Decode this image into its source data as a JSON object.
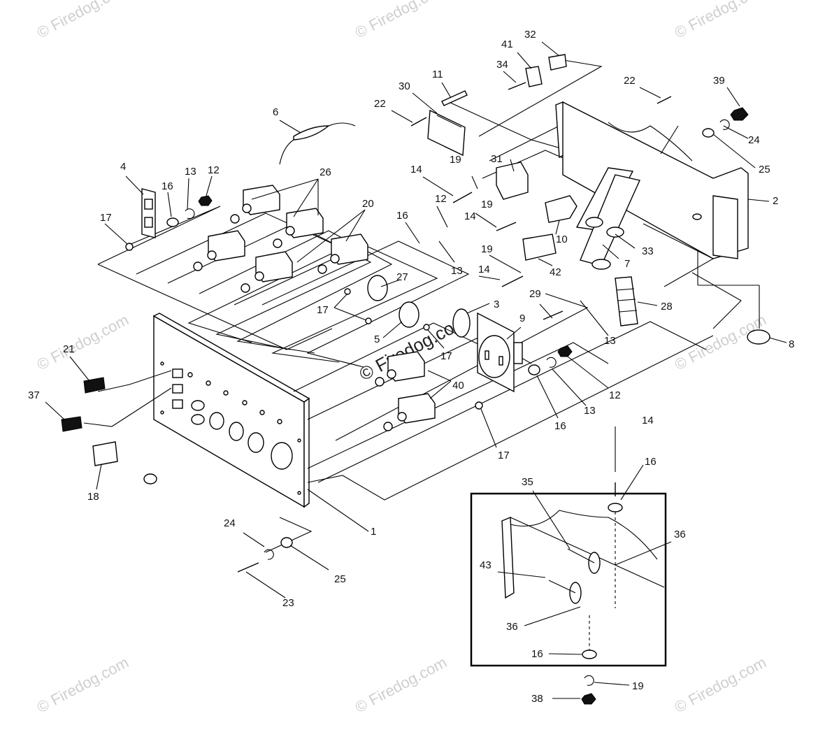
{
  "watermark": "© Firedog.com",
  "center_watermark": "© Firedog.com",
  "inset_present": true,
  "callouts": [
    "1",
    "2",
    "3",
    "4",
    "5",
    "6",
    "7",
    "8",
    "9",
    "10",
    "11",
    "12",
    "12",
    "12",
    "13",
    "13",
    "13",
    "13",
    "14",
    "14",
    "14",
    "14",
    "16",
    "16",
    "16",
    "16",
    "16",
    "17",
    "17",
    "17",
    "17",
    "18",
    "19",
    "19",
    "19",
    "19",
    "20",
    "21",
    "22",
    "22",
    "23",
    "24",
    "24",
    "25",
    "25",
    "26",
    "27",
    "28",
    "29",
    "30",
    "31",
    "32",
    "33",
    "34",
    "35",
    "36",
    "36",
    "37",
    "38",
    "39",
    "40",
    "41",
    "42",
    "43"
  ]
}
